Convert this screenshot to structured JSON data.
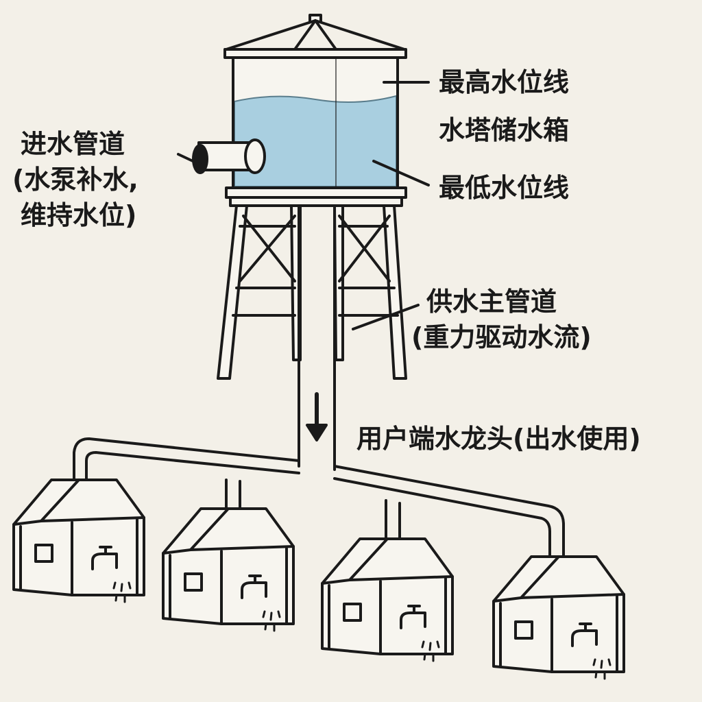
{
  "labels": {
    "inlet_pipe": {
      "title": "进水管道",
      "line2": "(水泵补水,",
      "line3": "维持水位)"
    },
    "max_level": "最高水位线",
    "tank": "水塔储水箱",
    "min_level": "最低水位线",
    "main_pipe": {
      "title": "供水主管道",
      "line2": "(重力驱动水流)"
    },
    "faucet": "用户端水龙头(出水使用)"
  },
  "colors": {
    "background": "#f3f0e8",
    "water": "#a9cfe0",
    "ink": "#1a1a1a",
    "pipe": "#f7f5ef"
  }
}
